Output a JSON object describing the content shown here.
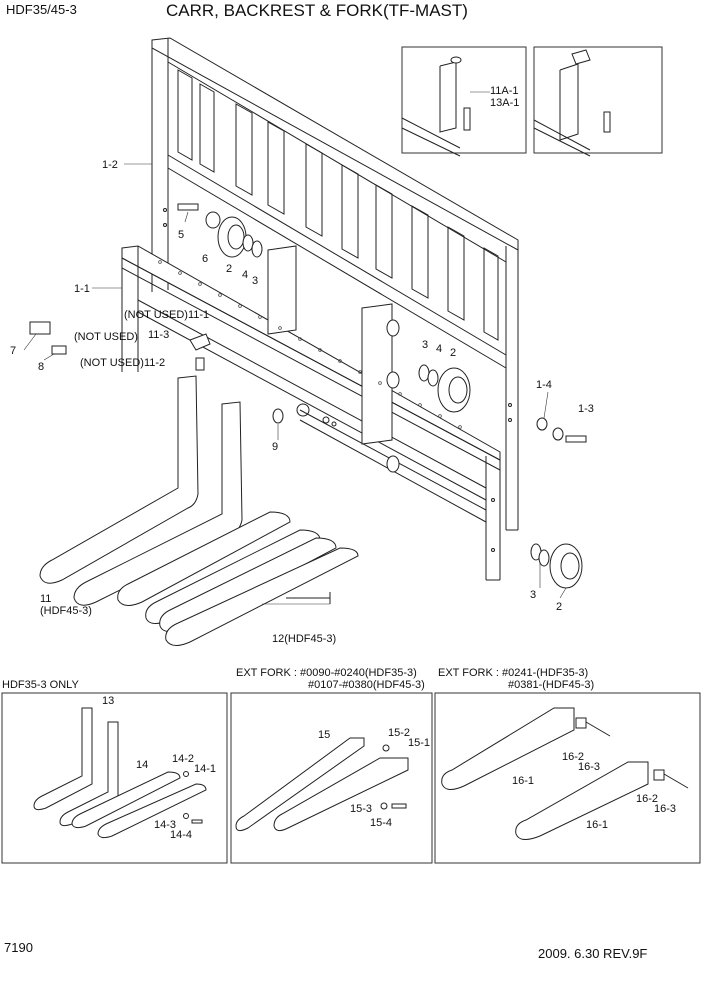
{
  "header": {
    "model": "HDF35/45-3",
    "title": "CARR, BACKREST & FORK(TF-MAST)"
  },
  "main_labels": {
    "l_1_2": "1-2",
    "l_1_1": "1-1",
    "l_5": "5",
    "l_6": "6",
    "l_2a": "2",
    "l_4a": "4",
    "l_3a": "3",
    "l_11_1": "(NOT USED)11-1",
    "l_11_3": "11-3",
    "l_not_used": "(NOT USED)",
    "l_11_2": "(NOT USED)11-2",
    "l_7": "7",
    "l_8": "8",
    "l_9": "9",
    "l_3b": "3",
    "l_4b": "4",
    "l_2b": "2",
    "l_1_4": "1-4",
    "l_1_3": "1-3",
    "l_3c": "3",
    "l_2c": "2",
    "l_11": "11",
    "l_hdf45": "(HDF45-3)",
    "l_12": "12(HDF45-3)",
    "l_11a": "11A-1",
    "l_13a": "13A-1"
  },
  "panels": {
    "p1_title": "HDF35-3 ONLY",
    "p1": {
      "l13": "13",
      "l14": "14",
      "l14_2": "14-2",
      "l14_1": "14-1",
      "l14_3": "14-3",
      "l14_4": "14-4"
    },
    "p2_title1": "EXT FORK : #0090-#0240(HDF35-3)",
    "p2_title2": "#0107-#0380(HDF45-3)",
    "p2": {
      "l15": "15",
      "l15_2": "15-2",
      "l15_1": "15-1",
      "l15_3": "15-3",
      "l15_4": "15-4"
    },
    "p3_title1": "EXT FORK : #0241-(HDF35-3)",
    "p3_title2": "#0381-(HDF45-3)",
    "p3": {
      "l16_2a": "16-2",
      "l16_3a": "16-3",
      "l16_1a": "16-1",
      "l16_2b": "16-2",
      "l16_3b": "16-3",
      "l16_1b": "16-1"
    }
  },
  "footer": {
    "page": "7190",
    "rev": "2009. 6.30 REV.9F"
  }
}
